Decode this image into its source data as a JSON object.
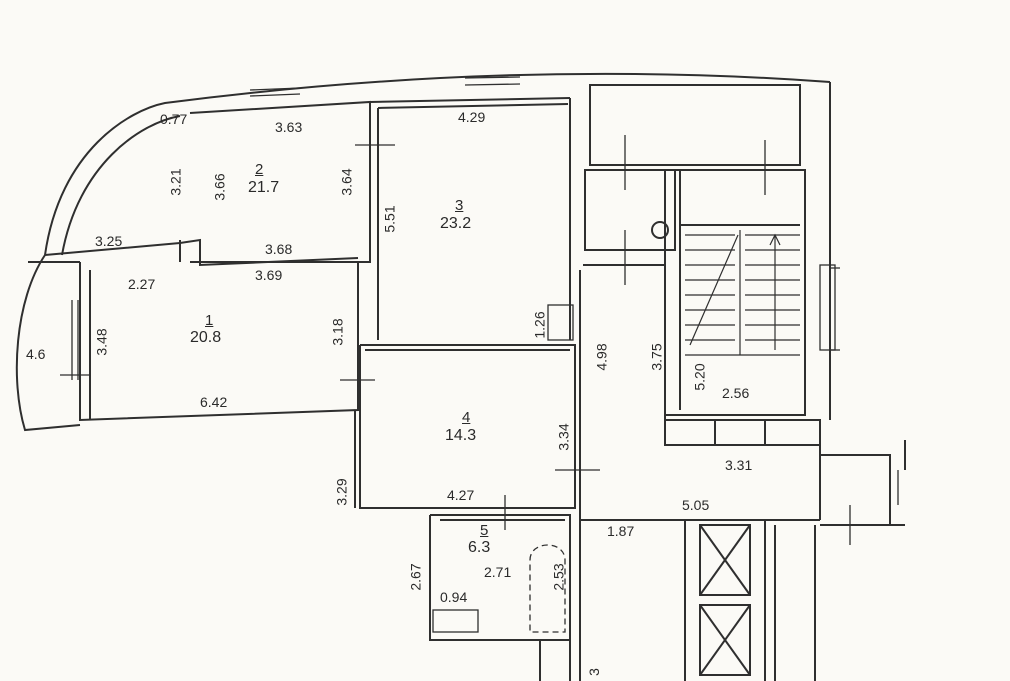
{
  "rooms": [
    {
      "number": "1",
      "area": "20.8"
    },
    {
      "number": "2",
      "area": "21.7"
    },
    {
      "number": "3",
      "area": "23.2"
    },
    {
      "number": "4",
      "area": "14.3"
    },
    {
      "number": "5",
      "area": "6.3"
    }
  ],
  "dimensions": {
    "d077": "0.77",
    "d363": "3.63",
    "d321": "3.21",
    "d366": "3.66",
    "d364": "3.64",
    "d325": "3.25",
    "d368": "3.68",
    "d227": "2.27",
    "d369": "3.69",
    "d348": "3.48",
    "d318": "3.18",
    "d46": "4.6",
    "d642": "6.42",
    "d429": "4.29",
    "d551": "5.51",
    "d126": "1.26",
    "d375": "3.75",
    "d498": "4.98",
    "d520": "5.20",
    "d256": "2.56",
    "d334": "3.34",
    "d427": "4.27",
    "d329": "3.29",
    "d331": "3.31",
    "d505": "5.05",
    "d187": "1.87",
    "d267": "2.67",
    "d271": "2.71",
    "d253": "2.53",
    "d094": "0.94",
    "d3": "3"
  },
  "colors": {
    "line": "#2f2f2f",
    "paper": "#fbfaf6"
  }
}
